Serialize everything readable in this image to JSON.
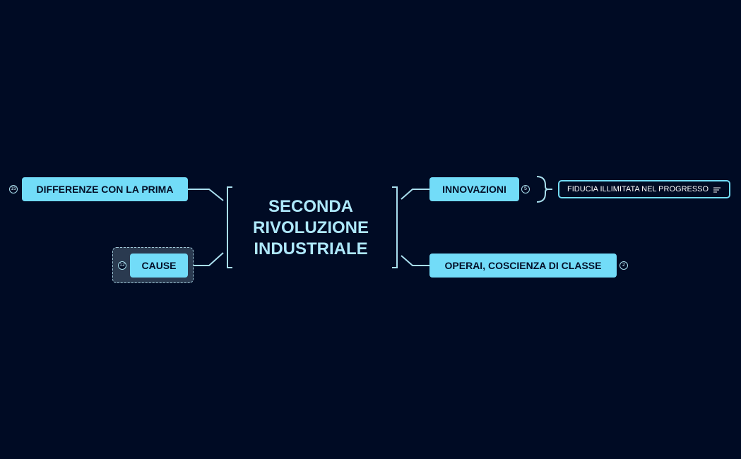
{
  "central_topic": "SECONDA\nRIVOLUZIONE\nINDUSTRIALE",
  "left_topics": [
    {
      "label": "DIFFERENZE CON LA PRIMA",
      "badge": "15"
    },
    {
      "label": "CAUSE",
      "badge": "12"
    }
  ],
  "right_topics": [
    {
      "label": "INNOVAZIONI",
      "badge": "5"
    },
    {
      "label": "OPERAI, COSCIENZA DI CLASSE",
      "badge": "2"
    }
  ],
  "summary": {
    "label": "FIDUCIA ILLIMITATA NEL PROGRESSO",
    "icon": "notes-icon"
  },
  "colors": {
    "background": "#000b24",
    "topic_fill": "#72dcf8",
    "topic_text": "#041028",
    "central_text": "#aee8fb",
    "connector": "#a9dfee"
  }
}
